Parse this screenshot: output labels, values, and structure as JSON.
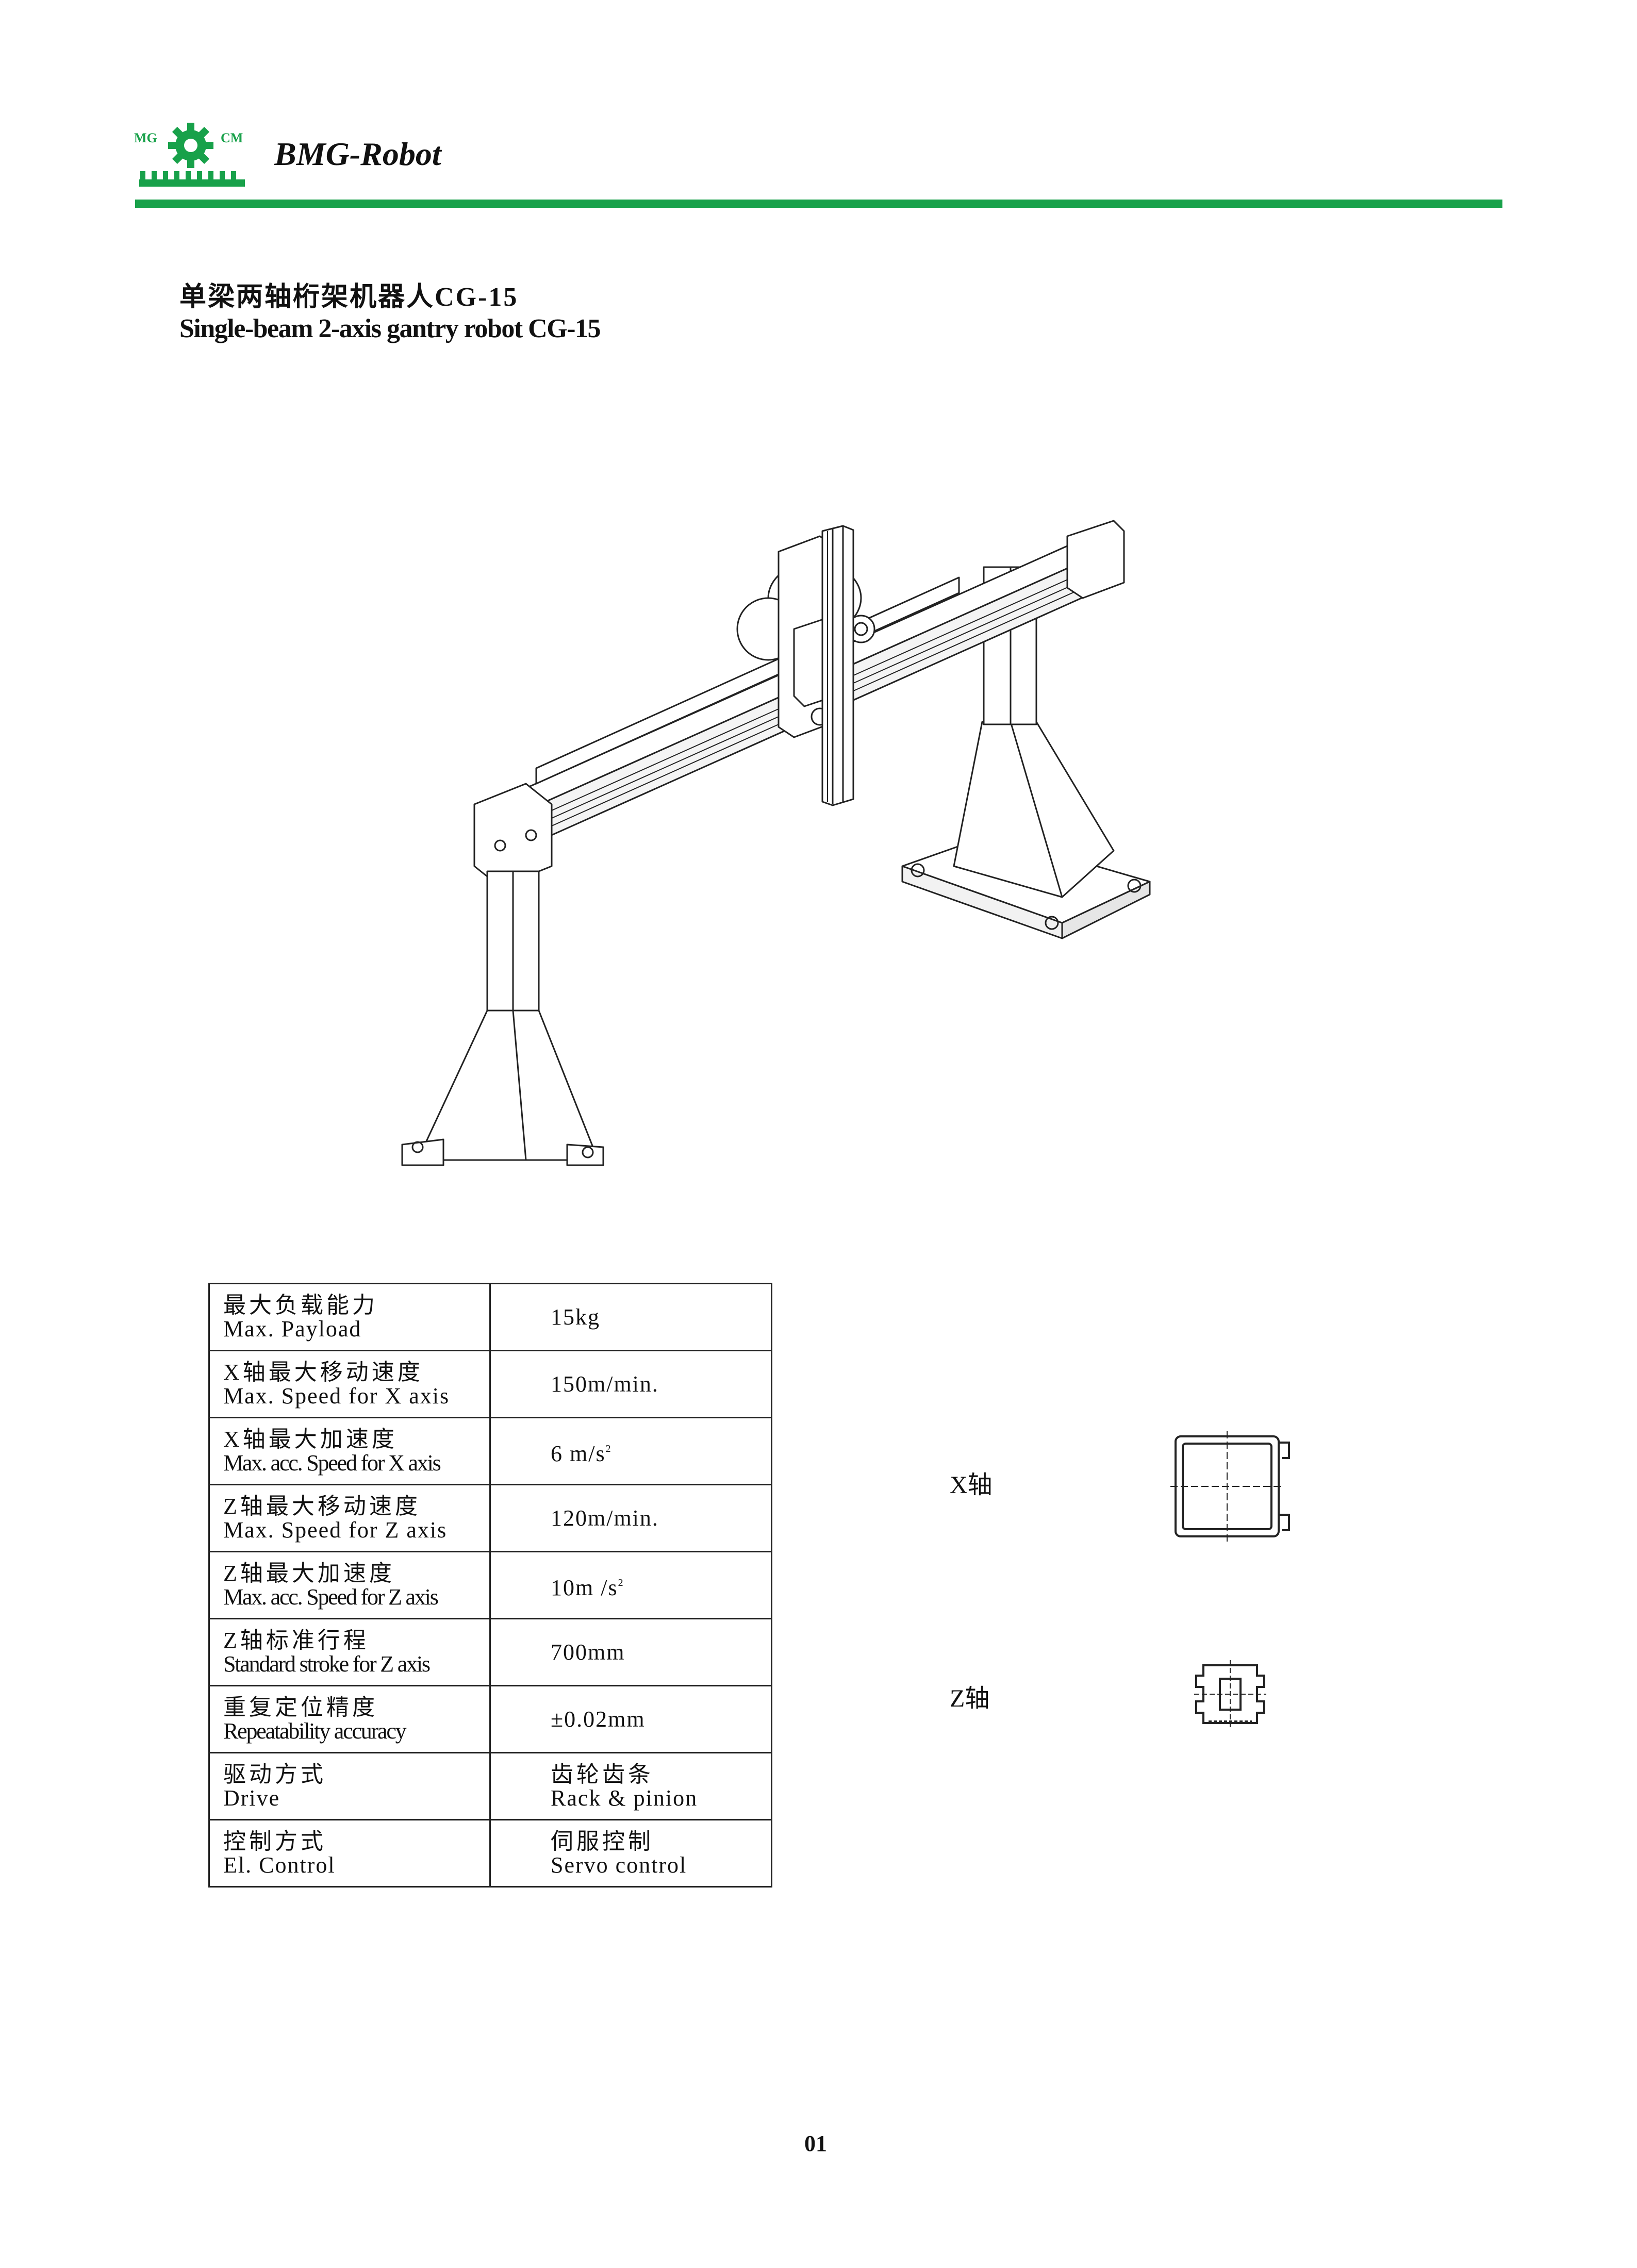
{
  "header": {
    "logo_left": "MG",
    "logo_right": "CM",
    "brand": "BMG-Robot",
    "accent_color": "#18a14a"
  },
  "title": {
    "cn": "单梁两轴桁架机器人CG-15",
    "en": "Single-beam 2-axis gantry robot CG-15"
  },
  "drawing": {
    "subject": "gantry-robot-isometric-drawing"
  },
  "specs": {
    "rows": [
      {
        "cn": "最大负载能力",
        "en": "Max. Payload",
        "value": "15kg"
      },
      {
        "cn": "X轴最大移动速度",
        "en": "Max. Speed for X axis",
        "value": "150m/min."
      },
      {
        "cn": "X轴最大加速度",
        "en": "Max. acc. Speed for X axis",
        "value": "6 m/s",
        "sup": "2"
      },
      {
        "cn": "Z轴最大移动速度",
        "en": "Max. Speed for Z axis",
        "value": "120m/min."
      },
      {
        "cn": "Z轴最大加速度",
        "en": "Max. acc. Speed for Z axis",
        "value": "10m /s",
        "sup": "2"
      },
      {
        "cn": "Z轴标准行程",
        "en": "Standard stroke for Z axis",
        "value": "700mm"
      },
      {
        "cn": "重复定位精度",
        "en": "Repeatability accuracy",
        "value": "±0.02mm"
      },
      {
        "cn": "驱动方式",
        "en": "Drive",
        "value_cn": "齿轮齿条",
        "value_en": "Rack & pinion"
      },
      {
        "cn": "控制方式",
        "en": "El. Control",
        "value_cn": "伺服控制",
        "value_en": "Servo control"
      }
    ]
  },
  "profiles": {
    "x_label": "X轴",
    "z_label": "Z轴"
  },
  "footer": {
    "page_number": "01"
  }
}
